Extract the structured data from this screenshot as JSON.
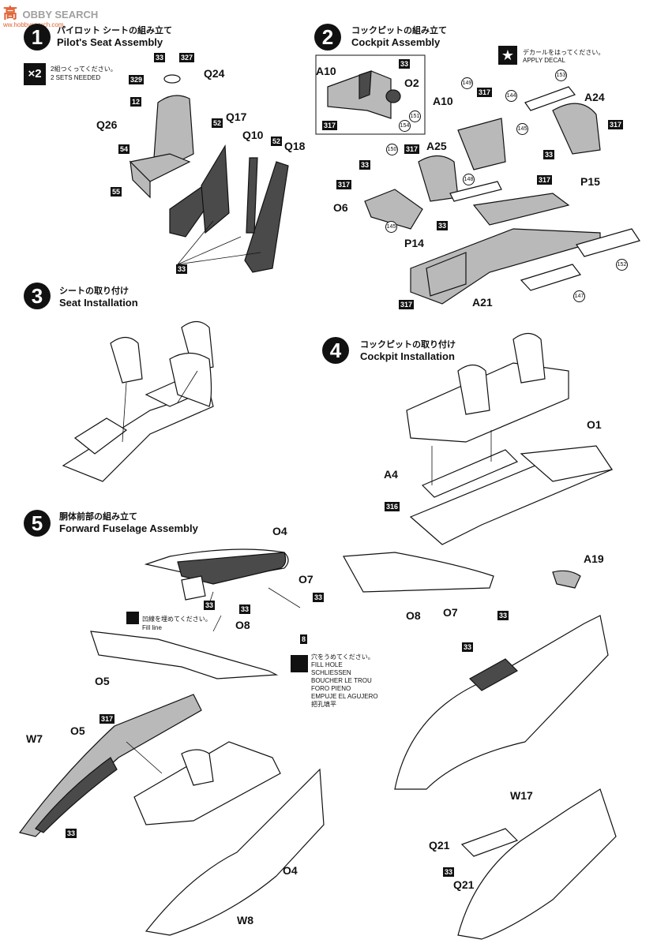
{
  "watermark": {
    "cjk": "高",
    "text": "OBBY SEARCH",
    "url": "ww.hobbysearch.com"
  },
  "steps": [
    {
      "num": "1",
      "jp": "パイロット シートの組み立て",
      "en": "Pilot's Seat Assembly"
    },
    {
      "num": "2",
      "jp": "コックピットの組み立て",
      "en": "Cockpit Assembly"
    },
    {
      "num": "3",
      "jp": "シートの取り付け",
      "en": "Seat Installation"
    },
    {
      "num": "4",
      "jp": "コックピットの取り付け",
      "en": "Cockpit Installation"
    },
    {
      "num": "5",
      "jp": "胴体前部の組み立て",
      "en": "Forward Fuselage Assembly"
    }
  ],
  "x2": {
    "badge": "×2",
    "jp": "2組つくってください。",
    "en": "2 SETS NEEDED"
  },
  "decal_note": {
    "jp": "デカールをはってください。",
    "en": "APPLY DECAL"
  },
  "fill_line_note": {
    "jp": "凹線を埋めてください。",
    "en": "Fill line"
  },
  "fill_hole_note": {
    "jp": "穴をうめてください。",
    "lines": [
      "FILL HOLE",
      "SCHLIESSEN",
      "BOUCHER LE TROU",
      "FORO PIENO",
      "EMPUJE EL AGUJERO",
      "把孔填平"
    ]
  },
  "step1_parts": {
    "q24": "Q24",
    "q17": "Q17",
    "q10": "Q10",
    "q18": "Q18",
    "q26": "Q26",
    "c33a": "33",
    "c327": "327",
    "c329": "329",
    "c12": "12",
    "c52a": "52",
    "c52b": "52",
    "c54": "54",
    "c55": "55",
    "c33b": "33"
  },
  "step2_parts": {
    "a10a": "A10",
    "a10b": "A10",
    "o2": "O2",
    "a24": "A24",
    "a25": "A25",
    "o6": "O6",
    "p14": "P14",
    "p15": "P15",
    "a21": "A21",
    "c33a": "33",
    "c317a": "317",
    "c317b": "317",
    "c317c": "317",
    "c317d": "317",
    "c317e": "317",
    "c317f": "317",
    "c317g": "317",
    "c33b": "33",
    "c33c": "33",
    "c33d": "33",
    "d149": "149",
    "d144": "144",
    "d145a": "145",
    "d145b": "145",
    "d150": "150",
    "d148": "148",
    "d153": "153",
    "d152": "152",
    "d147": "147",
    "d151": "151",
    "d154": "154"
  },
  "step4_parts": {
    "o1": "O1",
    "a4": "A4",
    "c316": "316"
  },
  "step5_parts": {
    "o4a": "O4",
    "o7a": "O7",
    "o8a": "O8",
    "c33a": "33",
    "c33b": "33",
    "c8": "8",
    "o5a": "O5",
    "o8b": "O8",
    "o7b": "O7",
    "a19": "A19",
    "c33c": "33",
    "c33d": "33",
    "w7": "W7",
    "o5b": "O5",
    "c317": "317",
    "c33e": "33",
    "o4b": "O4",
    "w8": "W8",
    "w17": "W17",
    "q21a": "Q21",
    "c33f": "33",
    "q21b": "Q21"
  }
}
